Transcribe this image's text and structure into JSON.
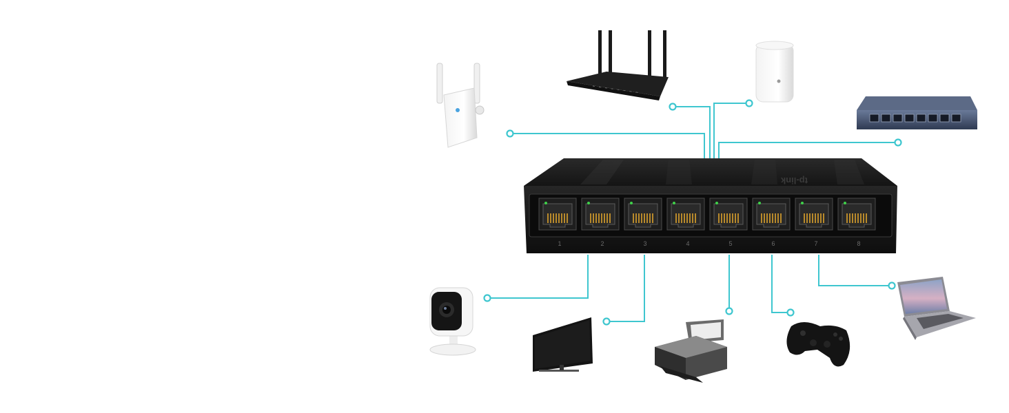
{
  "colors": {
    "connector": "#3ec6cf",
    "switch_body": "#1d1d1d",
    "port_gold": "#b98a2b",
    "port_led": "#3fd24a"
  },
  "switch": {
    "brand_logo": "tp-link",
    "port_numbers": [
      "1",
      "2",
      "3",
      "4",
      "5",
      "6",
      "7",
      "8"
    ]
  },
  "devices": {
    "top": [
      "range-extender",
      "wifi-router",
      "mesh-wifi-unit",
      "desktop-switch"
    ],
    "bottom": [
      "security-camera",
      "smart-tv",
      "printer",
      "game-controller",
      "laptop"
    ]
  }
}
